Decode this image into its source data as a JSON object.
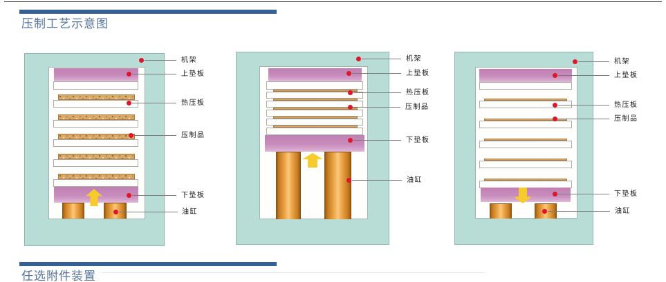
{
  "sections": [
    {
      "title": "压制工艺示意图"
    },
    {
      "title": "任选附件装置"
    }
  ],
  "colors": {
    "accent_bar": "#376092",
    "title_text": "#54719C",
    "frame_teal": "#B7DDD6",
    "plate_pink": "#C88CBC",
    "board_tan": "#D8A96B",
    "cylinder_orange": "#E89A44",
    "arrow_yellow": "#F6CB2B",
    "marker_red": "#E0152A"
  },
  "machines": [
    {
      "id": "press-open-loaded",
      "arrow_direction": "up",
      "labels": [
        "机架",
        "上垫板",
        "热压板",
        "压制品",
        "下垫板",
        "油缸"
      ]
    },
    {
      "id": "press-closed-pressing",
      "arrow_direction": "up",
      "labels": [
        "机架",
        "上垫板",
        "热压板",
        "压制品",
        "下垫板",
        "油缸"
      ]
    },
    {
      "id": "press-open-pressed",
      "arrow_direction": "down",
      "labels": [
        "机架",
        "上垫板",
        "热压板",
        "压制品",
        "下垫板",
        "油缸"
      ]
    }
  ]
}
